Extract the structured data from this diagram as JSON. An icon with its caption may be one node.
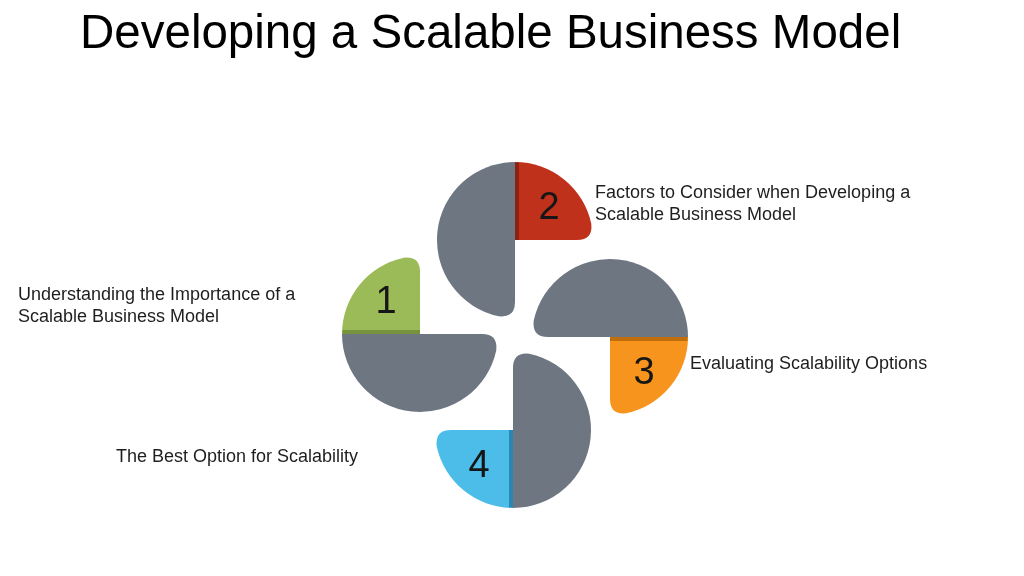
{
  "diagram": {
    "title": "Developing a Scalable Business Model",
    "nodes": [
      {
        "text": [
          "1"
        ]
      },
      {
        "text": [
          "2"
        ]
      },
      {
        "text": [
          "3"
        ]
      },
      {
        "text": [
          "4"
        ]
      }
    ],
    "labels": [
      "Factors to Consider when Developing a Scalable Business Model",
      "Understanding the Importance of a Scalable Business Model",
      "Evaluating Scalability Options",
      "The Best Option for Scalability"
    ]
  }
}
